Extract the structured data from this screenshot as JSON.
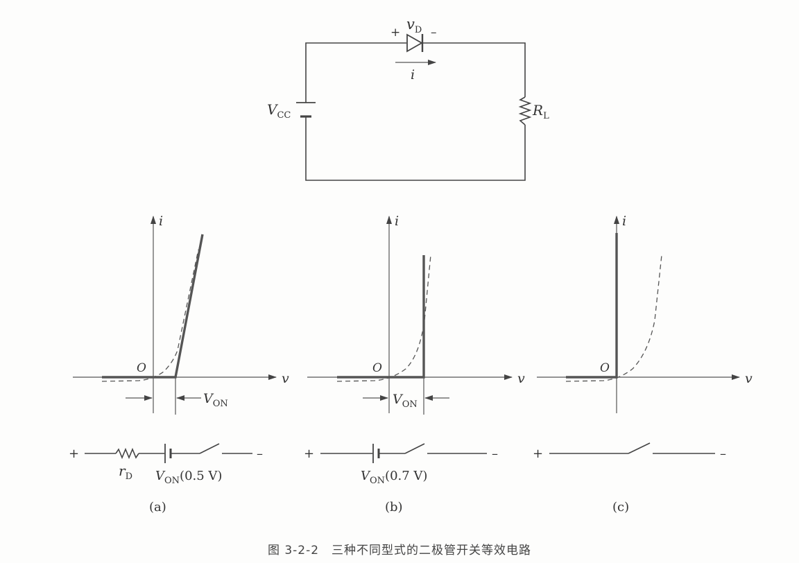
{
  "circuit": {
    "plus": "+",
    "vd_main": "v",
    "vd_sub": "D",
    "minus": "–",
    "current": "i",
    "vcc_main": "V",
    "vcc_sub": "CC",
    "rl_main": "R",
    "rl_sub": "L"
  },
  "panels": [
    {
      "y_label": "i",
      "x_label": "v",
      "origin": "O",
      "von_main": "V",
      "von_sub": "ON",
      "equiv": {
        "plus": "+",
        "minus": "–",
        "rd_main": "r",
        "rd_sub": "D",
        "von_main": "V",
        "von_sub": "ON",
        "von_value": "(0.5 V)"
      },
      "tag": "(a)"
    },
    {
      "y_label": "i",
      "x_label": "v",
      "origin": "O",
      "von_main": "V",
      "von_sub": "ON",
      "equiv": {
        "plus": "+",
        "minus": "–",
        "von_main": "V",
        "von_sub": "ON",
        "von_value": "(0.7 V)"
      },
      "tag": "(b)"
    },
    {
      "y_label": "i",
      "x_label": "v",
      "origin": "O",
      "equiv": {
        "plus": "+",
        "minus": "–"
      },
      "tag": "(c)"
    }
  ],
  "caption": "图 3-2-2　三种不同型式的二极管开关等效电路",
  "icons": [
    "diode-icon",
    "battery-icon",
    "resistor-icon",
    "switch-icon",
    "arrow-icon"
  ]
}
